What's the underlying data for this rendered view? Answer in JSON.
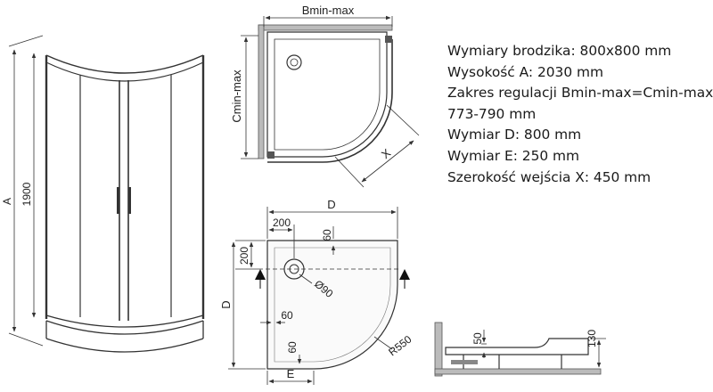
{
  "front_view": {
    "dim_height": "1900",
    "dim_total": "A"
  },
  "top_view": {
    "dim_width": "Bmin-max",
    "dim_depth": "Cmin-max",
    "dim_entry": "X"
  },
  "tray_top_view": {
    "dim_width": "D",
    "dim_depth": "D",
    "dim_drain_x": "200",
    "dim_drain_y": "200",
    "dim_rim_top": "60",
    "dim_rim_side": "60",
    "dim_rim_bottom": "60",
    "dim_drain_diameter": "Ø90",
    "dim_radius": "R550",
    "dim_straight": "E"
  },
  "tray_side_view": {
    "dim_tray_height": "50",
    "dim_total_height": "130"
  },
  "specs": [
    "Wymiary brodzika: 800x800 mm",
    "Wysokość A: 2030 mm",
    "Zakres regulacji Bmin-max=Cmin-max:",
    "773-790 mm",
    "Wymiar D: 800 mm",
    "Wymiar E: 250 mm",
    "Szerokość wejścia X: 450 mm"
  ]
}
